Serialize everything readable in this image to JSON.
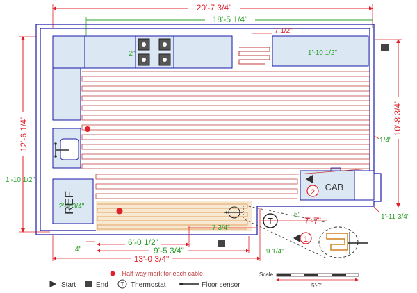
{
  "dimensions": {
    "overall_width": "20'-7 3/4\"",
    "inner_width": "18'-5 1/4\"",
    "left_height": "12'-6 1/4\"",
    "right_height": "10'-8 3/4\"",
    "gap_top": "7 1/2\"",
    "counter_top": "1'-10 1/2\"",
    "stove_depth": "2\"",
    "left_counter": "1'-10 1/2\"",
    "ref_depth": "2'-9 3/4\"",
    "quarter": "1/4\"",
    "gap_right": "5\"",
    "cab_depth": "1'-11 3/4\"",
    "mid_7_7": "7'-7\"",
    "mid_7_3_4": "7 3/4\"",
    "four_in": "4\"",
    "run_6_0": "6'-0 1/2\"",
    "run_9_5": "9'-5 3/4\"",
    "nine_quarter": "9 1/4\"",
    "run_13_0": "13'-0 3/4\""
  },
  "labels": {
    "ref": "REF",
    "cab": "CAB",
    "thermostat_symbol": "T",
    "marker_1": "1",
    "marker_2": "2"
  },
  "legend": {
    "halfway": "- Half-way mark for each cable.",
    "start": "Start",
    "end": "End",
    "thermostat": "Thermostat",
    "floor_sensor": "Floor sensor"
  },
  "scale": {
    "label": "Scale",
    "value": "5'-0\""
  },
  "colors": {
    "dimension": "#e0202a",
    "dimension_green": "#2aa02a",
    "walls": "#1a1aa8",
    "cable": "#c03a3a",
    "cabinet_fill": "#dbe7f3",
    "cable_zone_orange": "#f7e8d2"
  }
}
